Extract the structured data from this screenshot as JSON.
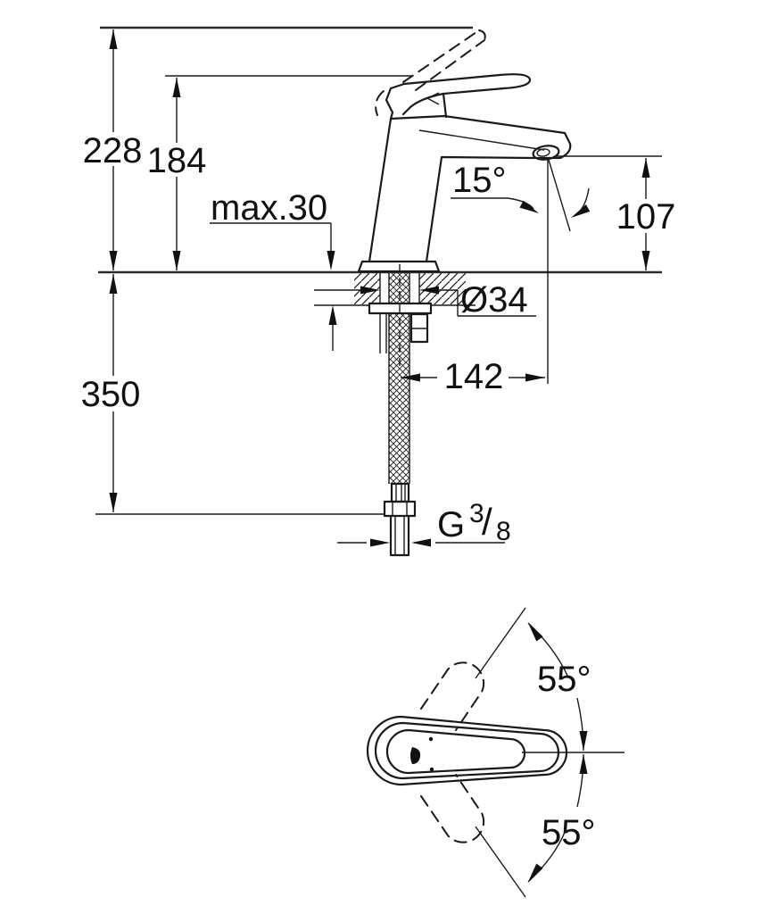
{
  "drawing": {
    "dimensions": {
      "total_height": "228",
      "height_to_lever": "184",
      "max_mounting_thickness": "max.30",
      "stream_angle": "15°",
      "spout_outlet_height": "107",
      "hole_diameter": "Ø34",
      "spout_reach": "142",
      "hose_length": "350",
      "thread": {
        "g": "G",
        "numerator": "3",
        "slash": "/",
        "denominator": "8"
      },
      "swivel_angle_top": "55°",
      "swivel_angle_bottom": "55°"
    }
  }
}
